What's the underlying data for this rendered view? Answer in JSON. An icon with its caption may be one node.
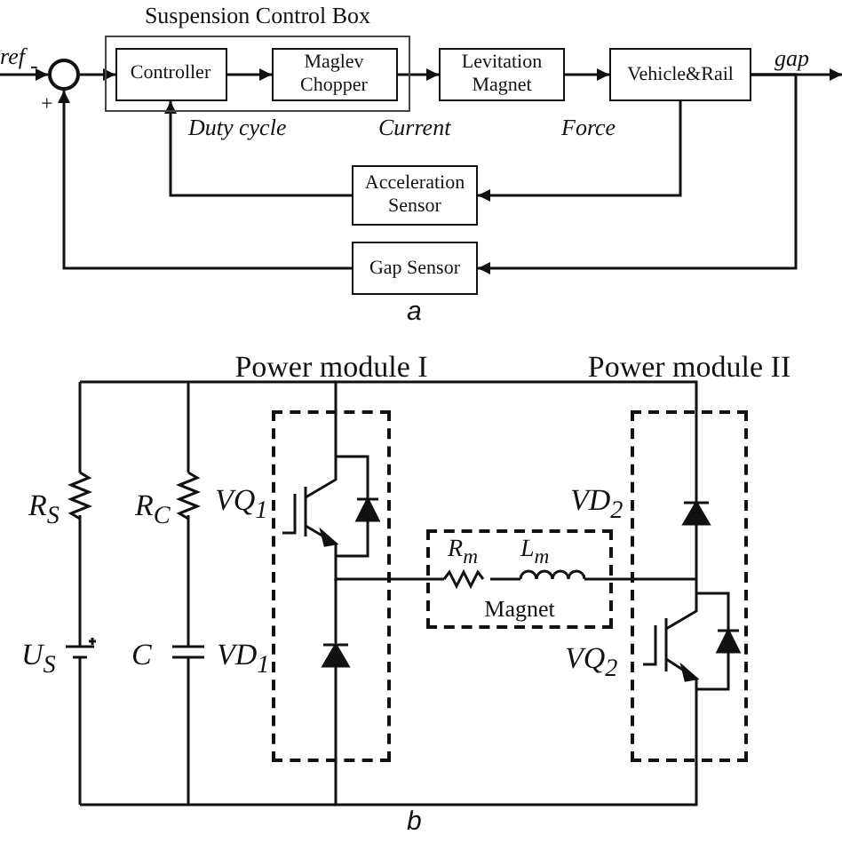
{
  "diagram": {
    "nodes": [
      {
        "text": [
          "ref"
        ]
      },
      {
        "text": [],
        "shape": "circle"
      },
      {
        "text": [
          "Suspension Control Box"
        ]
      },
      {
        "text": [
          "Controller"
        ],
        "in": 2
      },
      {
        "text": [
          "Maglev Chopper"
        ],
        "in": 2
      },
      {
        "text": [
          "Levitation Magnet"
        ]
      },
      {
        "text": [
          "Vehicle&Rail"
        ]
      },
      {
        "text": [
          "Acceleration Sensor"
        ]
      },
      {
        "text": [
          "Gap Sensor"
        ]
      },
      {
        "text": [
          "Power module I"
        ]
      },
      {
        "text": [
          "Magnet"
        ]
      },
      {
        "text": [
          "Power module II"
        ]
      }
    ],
    "edges": [
      {
        "from": 0,
        "to": 1,
        "arrow": "to"
      },
      {
        "from": 1,
        "to": 3,
        "arrow": "to"
      },
      {
        "from": 3,
        "to": 4,
        "arrow": "to",
        "label": "Duty cycle"
      },
      {
        "from": 4,
        "to": 5,
        "arrow": "to",
        "label": "Current"
      },
      {
        "from": 5,
        "to": 6,
        "arrow": "to",
        "label": "Force"
      },
      {
        "from": 6,
        "to": null,
        "arrow": "to",
        "label": "gap"
      },
      {
        "from": 6,
        "to": 7,
        "arrow": "to"
      },
      {
        "from": 7,
        "to": 3,
        "arrow": "to"
      },
      {
        "from": 6,
        "to": 8,
        "arrow": "to"
      },
      {
        "from": 8,
        "to": 1,
        "arrow": "to"
      },
      {
        "from": 9,
        "to": 10,
        "arrow": "none"
      },
      {
        "from": 10,
        "to": 11,
        "arrow": "none"
      },
      {
        "from": 9,
        "to": 11,
        "arrow": "none"
      },
      {
        "from": 9,
        "to": 11,
        "arrow": "none"
      }
    ],
    "labels": [
      "-",
      "+",
      "a",
      "R$_{S}$",
      "R$_{C}$",
      "VQ$_{1}$",
      "VD$_{2}$",
      "R$_{m}$",
      "L$_{m}$",
      "U$_{S}$",
      "C",
      "VD$_{1}$",
      "VQ$_{2}$",
      "b"
    ]
  }
}
